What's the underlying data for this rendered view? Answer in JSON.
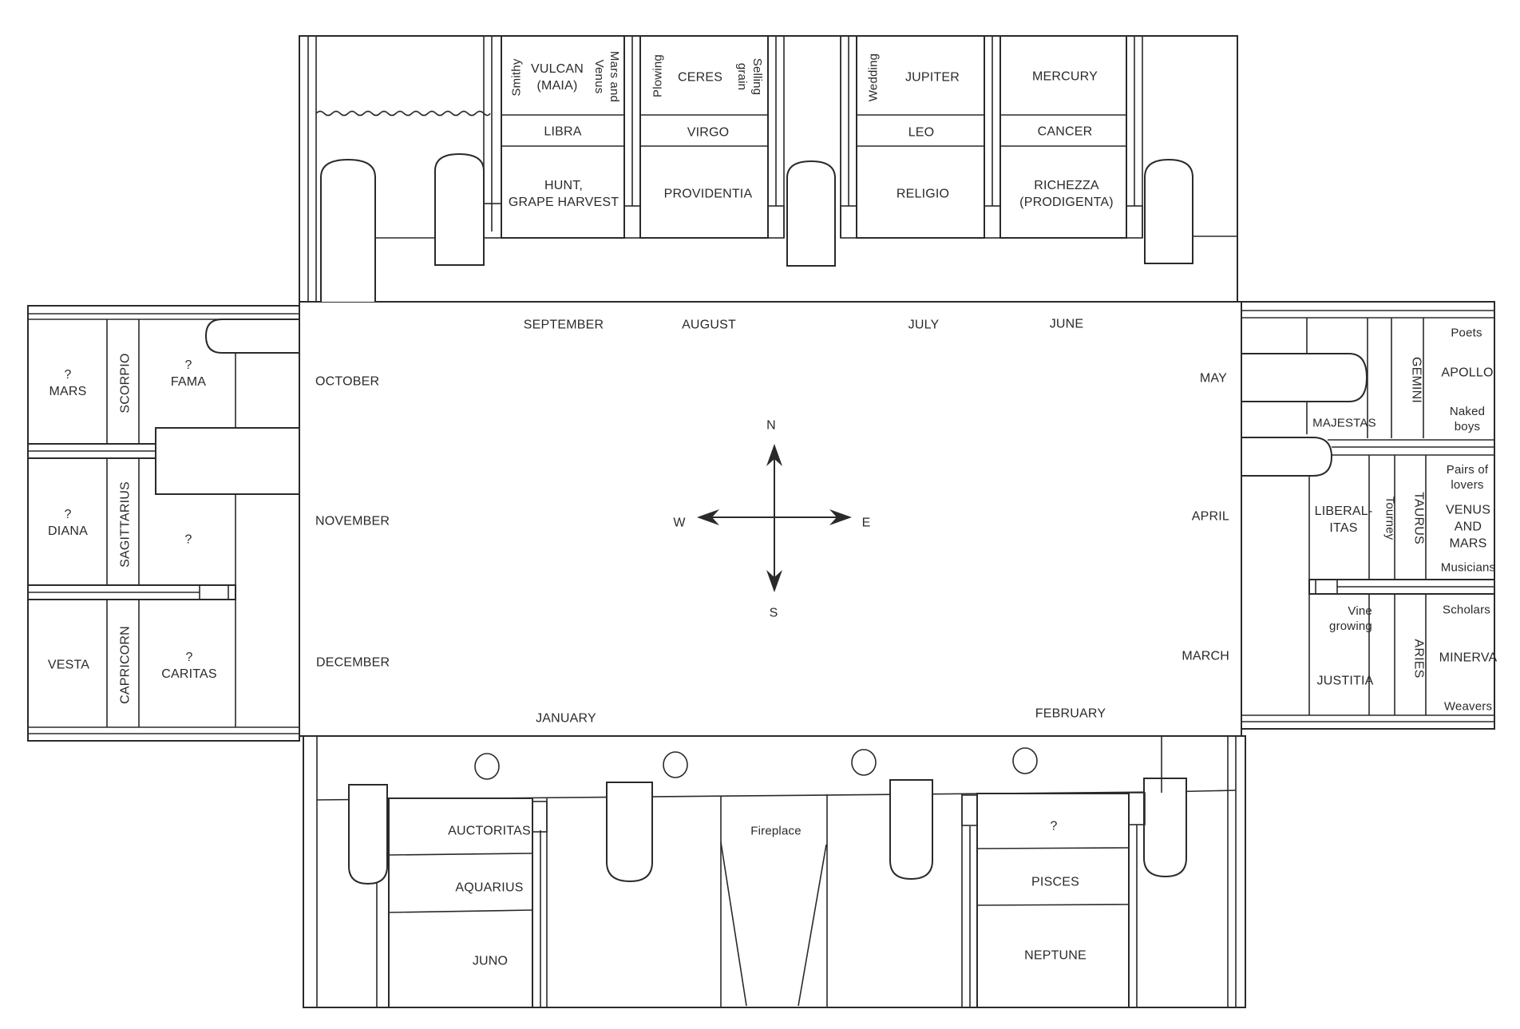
{
  "diagram": {
    "type": "floor-plan",
    "subject": "Room layout with zodiac signs, deities and months"
  },
  "compass": {
    "north": "N",
    "south": "S",
    "east": "E",
    "west": "W"
  },
  "months": {
    "september": "SEPTEMBER",
    "august": "AUGUST",
    "july": "JULY",
    "june": "JUNE",
    "october": "OCTOBER",
    "may": "MAY",
    "november": "NOVEMBER",
    "april": "APRIL",
    "december": "DECEMBER",
    "march": "MARCH",
    "january": "JANUARY",
    "february": "FEBRUARY"
  },
  "north_wing": {
    "bay_libra": {
      "left_side": "Smithy",
      "deity": "VULCAN\n(MAIA)",
      "right_side": "Mars and\nVenus",
      "sign": "LIBRA",
      "virtue": "HUNT,\nGRAPE HARVEST"
    },
    "bay_virgo": {
      "left_side": "Plowing",
      "deity": "CERES",
      "right_side": "Selling\ngrain",
      "sign": "VIRGO",
      "virtue": "PROVIDENTIA"
    },
    "bay_leo": {
      "left_side": "Wedding",
      "deity": "JUPITER",
      "sign": "LEO",
      "virtue": "RELIGIO"
    },
    "bay_cancer": {
      "deity": "MERCURY",
      "sign": "CANCER",
      "virtue": "RICHEZZA\n(PRODIGENTA)"
    }
  },
  "west_wing": {
    "scorpio": {
      "deity": "?\nMARS",
      "sign": "SCORPIO",
      "virtue": "?\nFAMA"
    },
    "sagittarius": {
      "deity": "?\nDIANA",
      "sign": "SAGITTARIUS",
      "virtue": "?"
    },
    "capricorn": {
      "deity": "VESTA",
      "sign": "CAPRICORN",
      "virtue": "?\nCARITAS"
    }
  },
  "east_wing": {
    "gemini": {
      "virtue": "MAJESTAS",
      "sign": "GEMINI",
      "top": "Poets",
      "deity": "APOLLO",
      "bottom": "Naked\nboys"
    },
    "taurus": {
      "virtue": "LIBERAL-\nITAS",
      "side": "Tourney",
      "sign": "TAURUS",
      "top": "Pairs of\nlovers",
      "deity": "VENUS\nAND\nMARS",
      "bottom": "Musicians"
    },
    "aries": {
      "side": "Vine\ngrowing",
      "virtue": "JUSTITIA",
      "sign": "ARIES",
      "top": "Scholars",
      "deity": "MINERVA",
      "bottom": "Weavers"
    }
  },
  "south_wing": {
    "aquarius": {
      "virtue": "AUCTORITAS",
      "sign": "AQUARIUS",
      "deity": "JUNO"
    },
    "fireplace": "Fireplace",
    "pisces": {
      "virtue": "?",
      "sign": "PISCES",
      "deity": "NEPTUNE"
    }
  },
  "colors": {
    "line": "#2a2a2a",
    "background": "#ffffff"
  }
}
